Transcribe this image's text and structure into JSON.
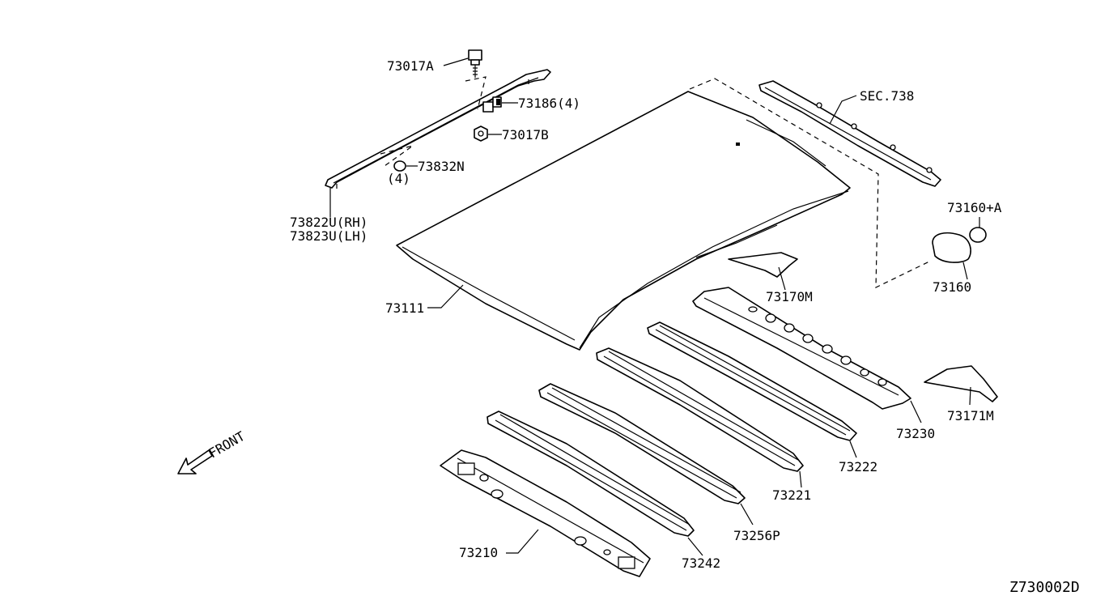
{
  "diagram_id": "Z730002D",
  "front_label": "FRONT",
  "parts": {
    "bolt": "73017A",
    "clip": "73186(4)",
    "nut": "73017B",
    "grommet": "73832N",
    "grommet_qty": "(4)",
    "molding_rh": "73822U(RH)",
    "molding_lh": "73823U(LH)",
    "roof_panel": "73111",
    "sec_ref": "SEC.738",
    "seal_a": "73160+A",
    "seal": "73160",
    "pad_front": "73170M",
    "pad_rear": "73171M",
    "rear_rail": "73230",
    "bow_3": "73222",
    "bow_2": "73221",
    "bow_1": "73256P",
    "bow_front": "73242",
    "front_rail": "73210"
  }
}
